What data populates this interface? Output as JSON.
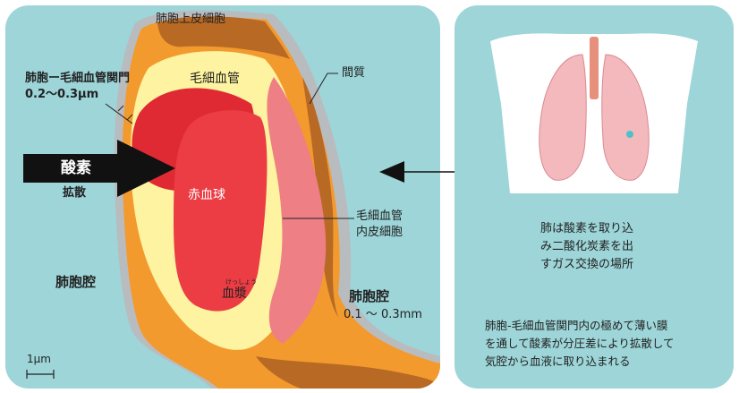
{
  "labels": {
    "alveolar_epithelium": "肺胞上皮細胞",
    "barrier_title": "肺胞ー毛細血管関門",
    "barrier_thickness": "0.2〜0.3μm",
    "capillary": "毛細血管",
    "interstitium": "間質",
    "oxygen": "酸素",
    "diffusion": "拡散",
    "red_blood_cell": "赤血球",
    "endothelium_line1": "毛細血管",
    "endothelium_line2": "内皮細胞",
    "alveolar_space_left": "肺胞腔",
    "alveolar_space_right": "肺胞腔",
    "alveolar_space_size": "0.1 〜 0.3mm",
    "plasma_ruby": "けっしょう",
    "plasma": "血漿",
    "scale_bar": "1μm"
  },
  "right": {
    "caption_line1": "肺は酸素を取り込",
    "caption_line2": "み二酸化炭素を出",
    "caption_line3": "すガス交換の場所",
    "desc_line1": "肺胞-毛細血管関門内の極めて薄い膜",
    "desc_line2": "を通して酸素が分圧差により拡散して",
    "desc_line3": "気腔から血液に取り込まれる"
  },
  "colors": {
    "panel_bg": "#9dd5d8",
    "interstitium_orange": "#f29a2e",
    "interstitium_dark": "#b86a25",
    "epithelium_gray": "#b9bcbf",
    "plasma_yellow": "#fdf3a0",
    "rbc_red": "#e8343c",
    "endothelium_pink": "#ee7f84",
    "lung_pink": "#f3b9bd",
    "arrow_black": "#111111"
  }
}
